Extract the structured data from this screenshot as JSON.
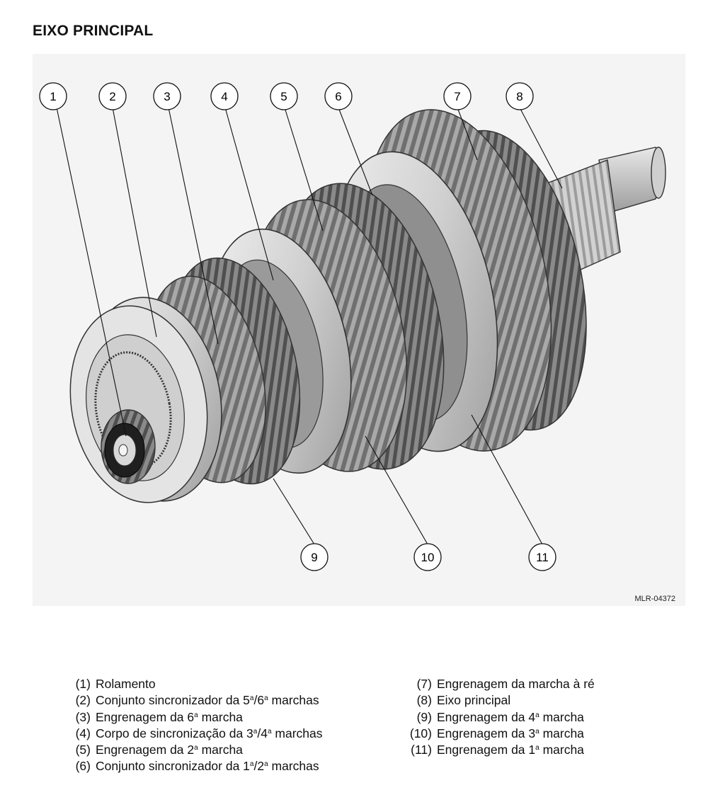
{
  "page_title": "EIXO PRINCIPAL",
  "figure_code": "MLR-04372",
  "callouts": [
    "1",
    "2",
    "3",
    "4",
    "5",
    "6",
    "7",
    "8",
    "9",
    "10",
    "11"
  ],
  "legend_left": [
    {
      "num": "(1)",
      "parts": [
        "Rolamento"
      ]
    },
    {
      "num": "(2)",
      "parts": [
        "Conjunto sincronizador da 5",
        "a",
        "/6",
        "a",
        " marchas"
      ]
    },
    {
      "num": "(3)",
      "parts": [
        "Engrenagem da 6",
        "a",
        " marcha"
      ]
    },
    {
      "num": "(4)",
      "parts": [
        "Corpo de sincronização da 3",
        "a",
        "/4",
        "a",
        " marchas"
      ]
    },
    {
      "num": "(5)",
      "parts": [
        "Engrenagem da 2",
        "a",
        " marcha"
      ]
    },
    {
      "num": "(6)",
      "parts": [
        "Conjunto sincronizador da 1",
        "a",
        "/2",
        "a",
        " marchas"
      ]
    }
  ],
  "legend_right": [
    {
      "num": "(7)",
      "parts": [
        "Engrenagem da marcha à ré"
      ]
    },
    {
      "num": "(8)",
      "parts": [
        "Eixo principal"
      ]
    },
    {
      "num": "(9)",
      "parts": [
        "Engrenagem da 4",
        "a",
        " marcha"
      ]
    },
    {
      "num": "(10)",
      "parts": [
        "Engrenagem da 3",
        "a",
        " marcha"
      ]
    },
    {
      "num": "(11)",
      "parts": [
        "Engrenagem da 1",
        "a",
        " marcha"
      ]
    }
  ]
}
